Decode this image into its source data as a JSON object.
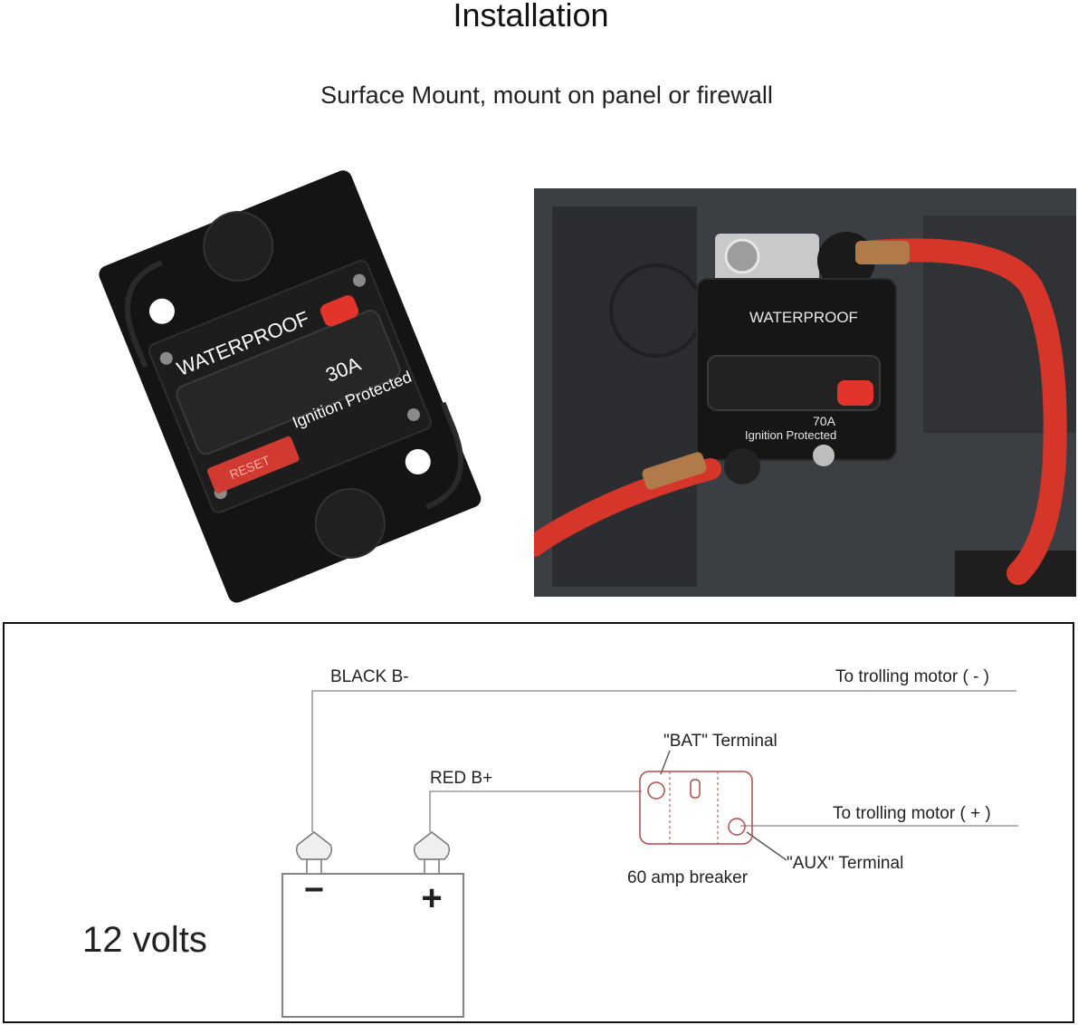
{
  "header": {
    "title": "Installation",
    "subtitle": "Surface Mount, mount on panel or firewall"
  },
  "product_photo": {
    "waterproof_label": "WATERPROOF",
    "rating": "30A",
    "ignition_label": "Ignition Protected",
    "reset_label": "RESET",
    "button_color": "#e3342b"
  },
  "install_photo": {
    "waterproof_label": "WATERPROOF",
    "rating": "70A",
    "ignition_label": "Ignition Protected",
    "cable_color": "#d6362a"
  },
  "diagram": {
    "black_label": "BLACK B-",
    "red_label": "RED B+",
    "motor_neg_label": "To trolling motor ( - )",
    "motor_pos_label": "To trolling motor ( + )",
    "bat_terminal_label": "\"BAT\" Terminal",
    "aux_terminal_label": "\"AUX\" Terminal",
    "breaker_label": "60 amp breaker",
    "battery_label": "12 volts",
    "neg_symbol": "−",
    "pos_symbol": "+",
    "breaker_color": "#b24a4a"
  }
}
